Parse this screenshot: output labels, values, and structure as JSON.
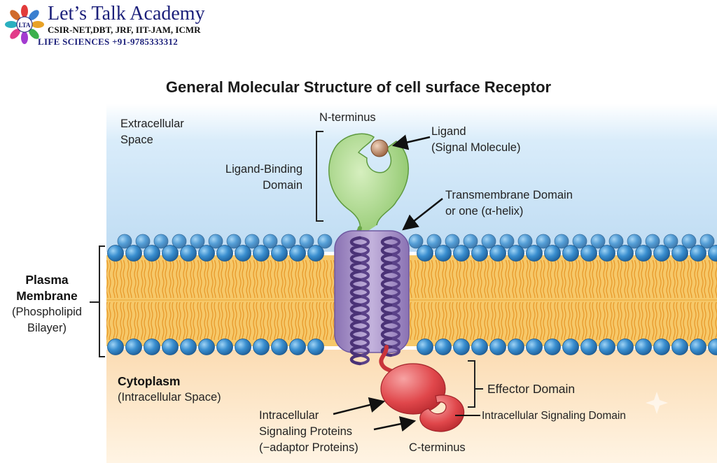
{
  "brand": {
    "name": "Let’s Talk Academy",
    "line1": "CSIR-NET,DBT, JRF, IIT-JAM, ICMR",
    "line2": "LIFE SCIENCES  +91-9785333312",
    "logo_text": "LTA"
  },
  "title": "General Molecular Structure of cell surface Receptor",
  "labels": {
    "extracellular_1": "Extracellular",
    "extracellular_2": "Space",
    "n_terminus": "N-terminus",
    "ligand_1": "Ligand",
    "ligand_2": "(Signal Molecule)",
    "ligand_binding_1": "Ligand-Binding",
    "ligand_binding_2": "Domain",
    "transmembrane_1": "Transmembrane Domain",
    "transmembrane_2": "or one (α-helix)",
    "plasma_1": "Plasma",
    "plasma_2": "Membrane",
    "plasma_3": "(Phospholipid",
    "plasma_4": "Bilayer)",
    "cytoplasm_1": "Cytoplasm",
    "cytoplasm_2": "(Intracellular Space)",
    "effector": "Effector Domain",
    "intra_signaling_domain": "Intracellular Signaling Domain",
    "intra_proteins_1": "Intracellular",
    "intra_proteins_2": "Signaling Proteins",
    "intra_proteins_3": "(−adaptor Proteins)",
    "c_terminus": "C-terminus"
  },
  "colors": {
    "brand": "#1b1f7a",
    "extracellular_top": "#cfe6f7",
    "extracellular_bottom": "#ecf5fc",
    "cytoplasm": "#fbe3c1",
    "lipid_head": "#3a8fd0",
    "lipid_tail": "#f3b23c",
    "ligand_domain": "#9fd07c",
    "transmembrane": "#a48cc4",
    "effector": "#e0474b",
    "ligand": "#b07a5a"
  }
}
